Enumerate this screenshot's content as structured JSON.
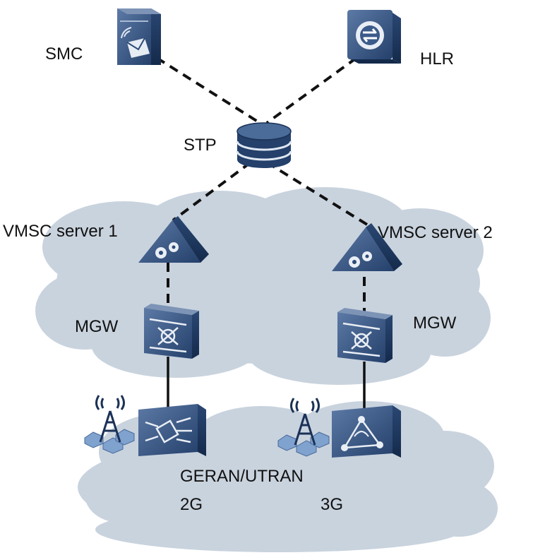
{
  "nodes": {
    "smc": {
      "label": "SMC",
      "icon": "sms-center-icon"
    },
    "hlr": {
      "label": "HLR",
      "icon": "register-sync-icon"
    },
    "stp": {
      "label": "STP",
      "icon": "database-stack-icon"
    },
    "vmsc1": {
      "label": "VMSC server 1",
      "icon": "server-gears-icon"
    },
    "vmsc2": {
      "label": "VMSC server 2",
      "icon": "server-gears-icon"
    },
    "mgw1": {
      "label": "MGW",
      "icon": "media-gateway-icon"
    },
    "mgw2": {
      "label": "MGW",
      "icon": "media-gateway-icon"
    },
    "bts_2g": {
      "icon": "base-station-2g-icon"
    },
    "nodeb_3g": {
      "icon": "base-station-3g-icon"
    }
  },
  "access": {
    "label": "GERAN/UTRAN",
    "label_2g": "2G",
    "label_3g": "3G"
  },
  "colors": {
    "cloud": "#c9d3de",
    "cloud_edge": "#b7c3cf",
    "device_face": "#2c4a78",
    "device_dark": "#1b3257",
    "device_light": "#6f88ad",
    "link": "#111111",
    "hex": "#7fa2cf"
  }
}
